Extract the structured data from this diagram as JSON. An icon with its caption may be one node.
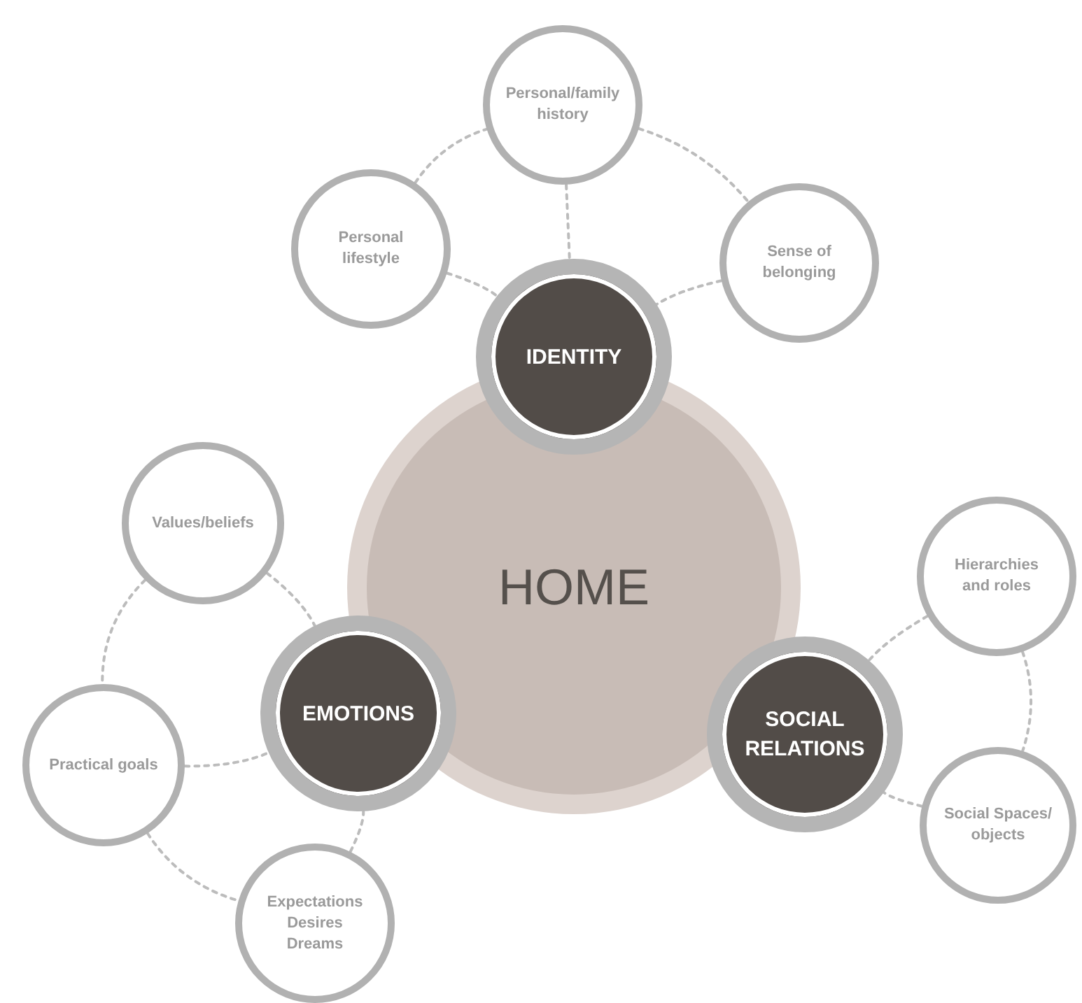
{
  "diagram": {
    "nodes": [
      {
        "text": [
          "HOME"
        ]
      },
      {
        "text": [
          "IDENTITY"
        ]
      },
      {
        "text": [
          "EMOTIONS"
        ]
      },
      {
        "text": [
          "SOCIAL RELATIONS"
        ]
      },
      {
        "text": [
          "Personal/family history"
        ]
      },
      {
        "text": [
          "Personal lifestyle"
        ]
      },
      {
        "text": [
          "Sense of belonging"
        ]
      },
      {
        "text": [
          "Values/beliefs"
        ]
      },
      {
        "text": [
          "Hierarchies and roles"
        ]
      },
      {
        "text": [
          "Practical goals"
        ]
      },
      {
        "text": [
          "Social Spaces/ objects"
        ]
      },
      {
        "text": [
          "Expectations Desires Dreams"
        ]
      }
    ],
    "edges": [
      {
        "from": 4,
        "to": 1,
        "arrow": "none",
        "style": "dashed"
      },
      {
        "from": 5,
        "to": 1,
        "arrow": "none",
        "style": "dashed"
      },
      {
        "from": 6,
        "to": 1,
        "arrow": "none",
        "style": "dashed"
      },
      {
        "from": 5,
        "to": 4,
        "arrow": "none",
        "style": "dashed"
      },
      {
        "from": 4,
        "to": 6,
        "arrow": "none",
        "style": "dashed"
      },
      {
        "from": 7,
        "to": 2,
        "arrow": "none",
        "style": "dashed"
      },
      {
        "from": 9,
        "to": 2,
        "arrow": "none",
        "style": "dashed"
      },
      {
        "from": 11,
        "to": 2,
        "arrow": "none",
        "style": "dashed"
      },
      {
        "from": 7,
        "to": 9,
        "arrow": "none",
        "style": "dashed"
      },
      {
        "from": 9,
        "to": 11,
        "arrow": "none",
        "style": "dashed"
      },
      {
        "from": 8,
        "to": 3,
        "arrow": "none",
        "style": "dashed"
      },
      {
        "from": 10,
        "to": 3,
        "arrow": "none",
        "style": "dashed"
      },
      {
        "from": 8,
        "to": 10,
        "arrow": "none",
        "style": "dashed"
      }
    ]
  }
}
